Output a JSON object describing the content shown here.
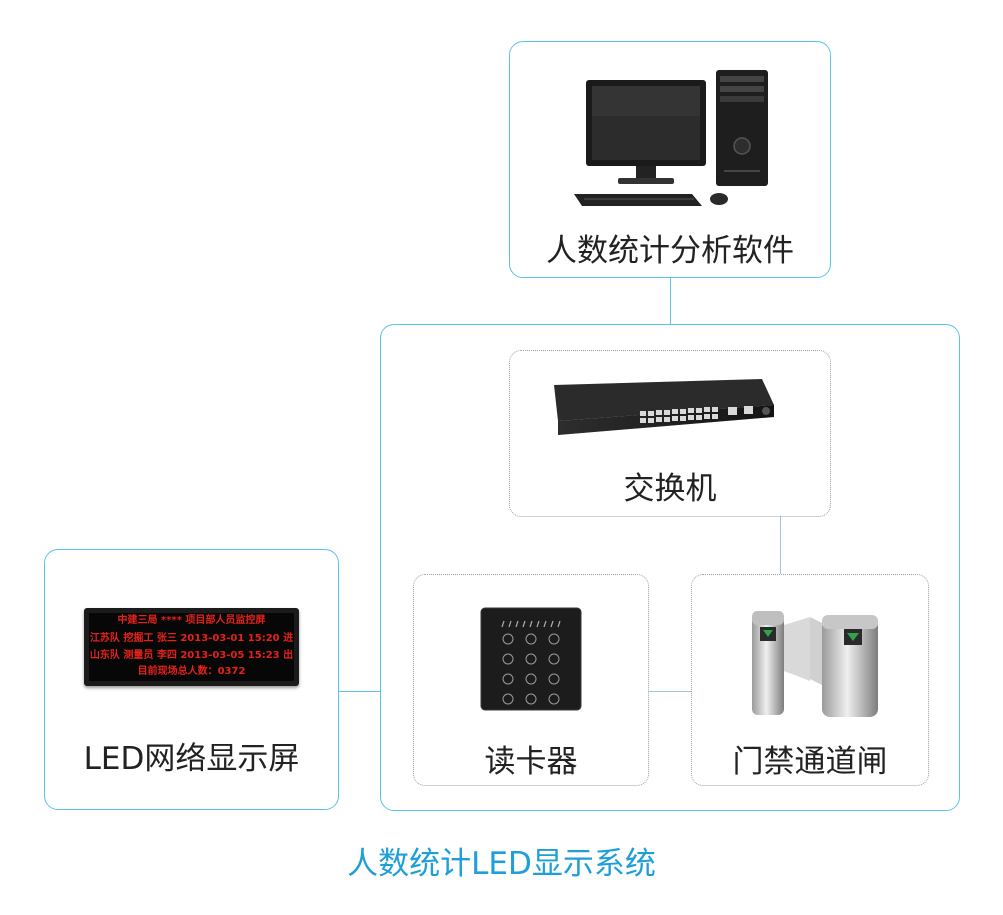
{
  "nodes": {
    "software": {
      "label": "人数统计分析软件",
      "icon": "desktop-computer-icon"
    },
    "switch": {
      "label": "交换机",
      "icon": "network-switch-icon"
    },
    "reader": {
      "label": "读卡器",
      "icon": "card-reader-icon"
    },
    "gate": {
      "label": "门禁通道闸",
      "icon": "turnstile-gate-icon"
    },
    "led": {
      "label": "LED网络显示屏",
      "icon": "led-screen-icon",
      "screen": {
        "row1": "中建三局    ****   项目部人员监控屏",
        "row2": "江苏队  挖掘工  张三   2013-03-01  15:20 进",
        "row3": "山东队  测量员  李四   2013-03-05  15:23 出",
        "row4": "目前现场总人数：0372"
      }
    }
  },
  "caption": "人数统计LED显示系统",
  "colors": {
    "accent": "#1e9fd8",
    "border": "#5cc3e8",
    "led_text": "#e3221c"
  }
}
